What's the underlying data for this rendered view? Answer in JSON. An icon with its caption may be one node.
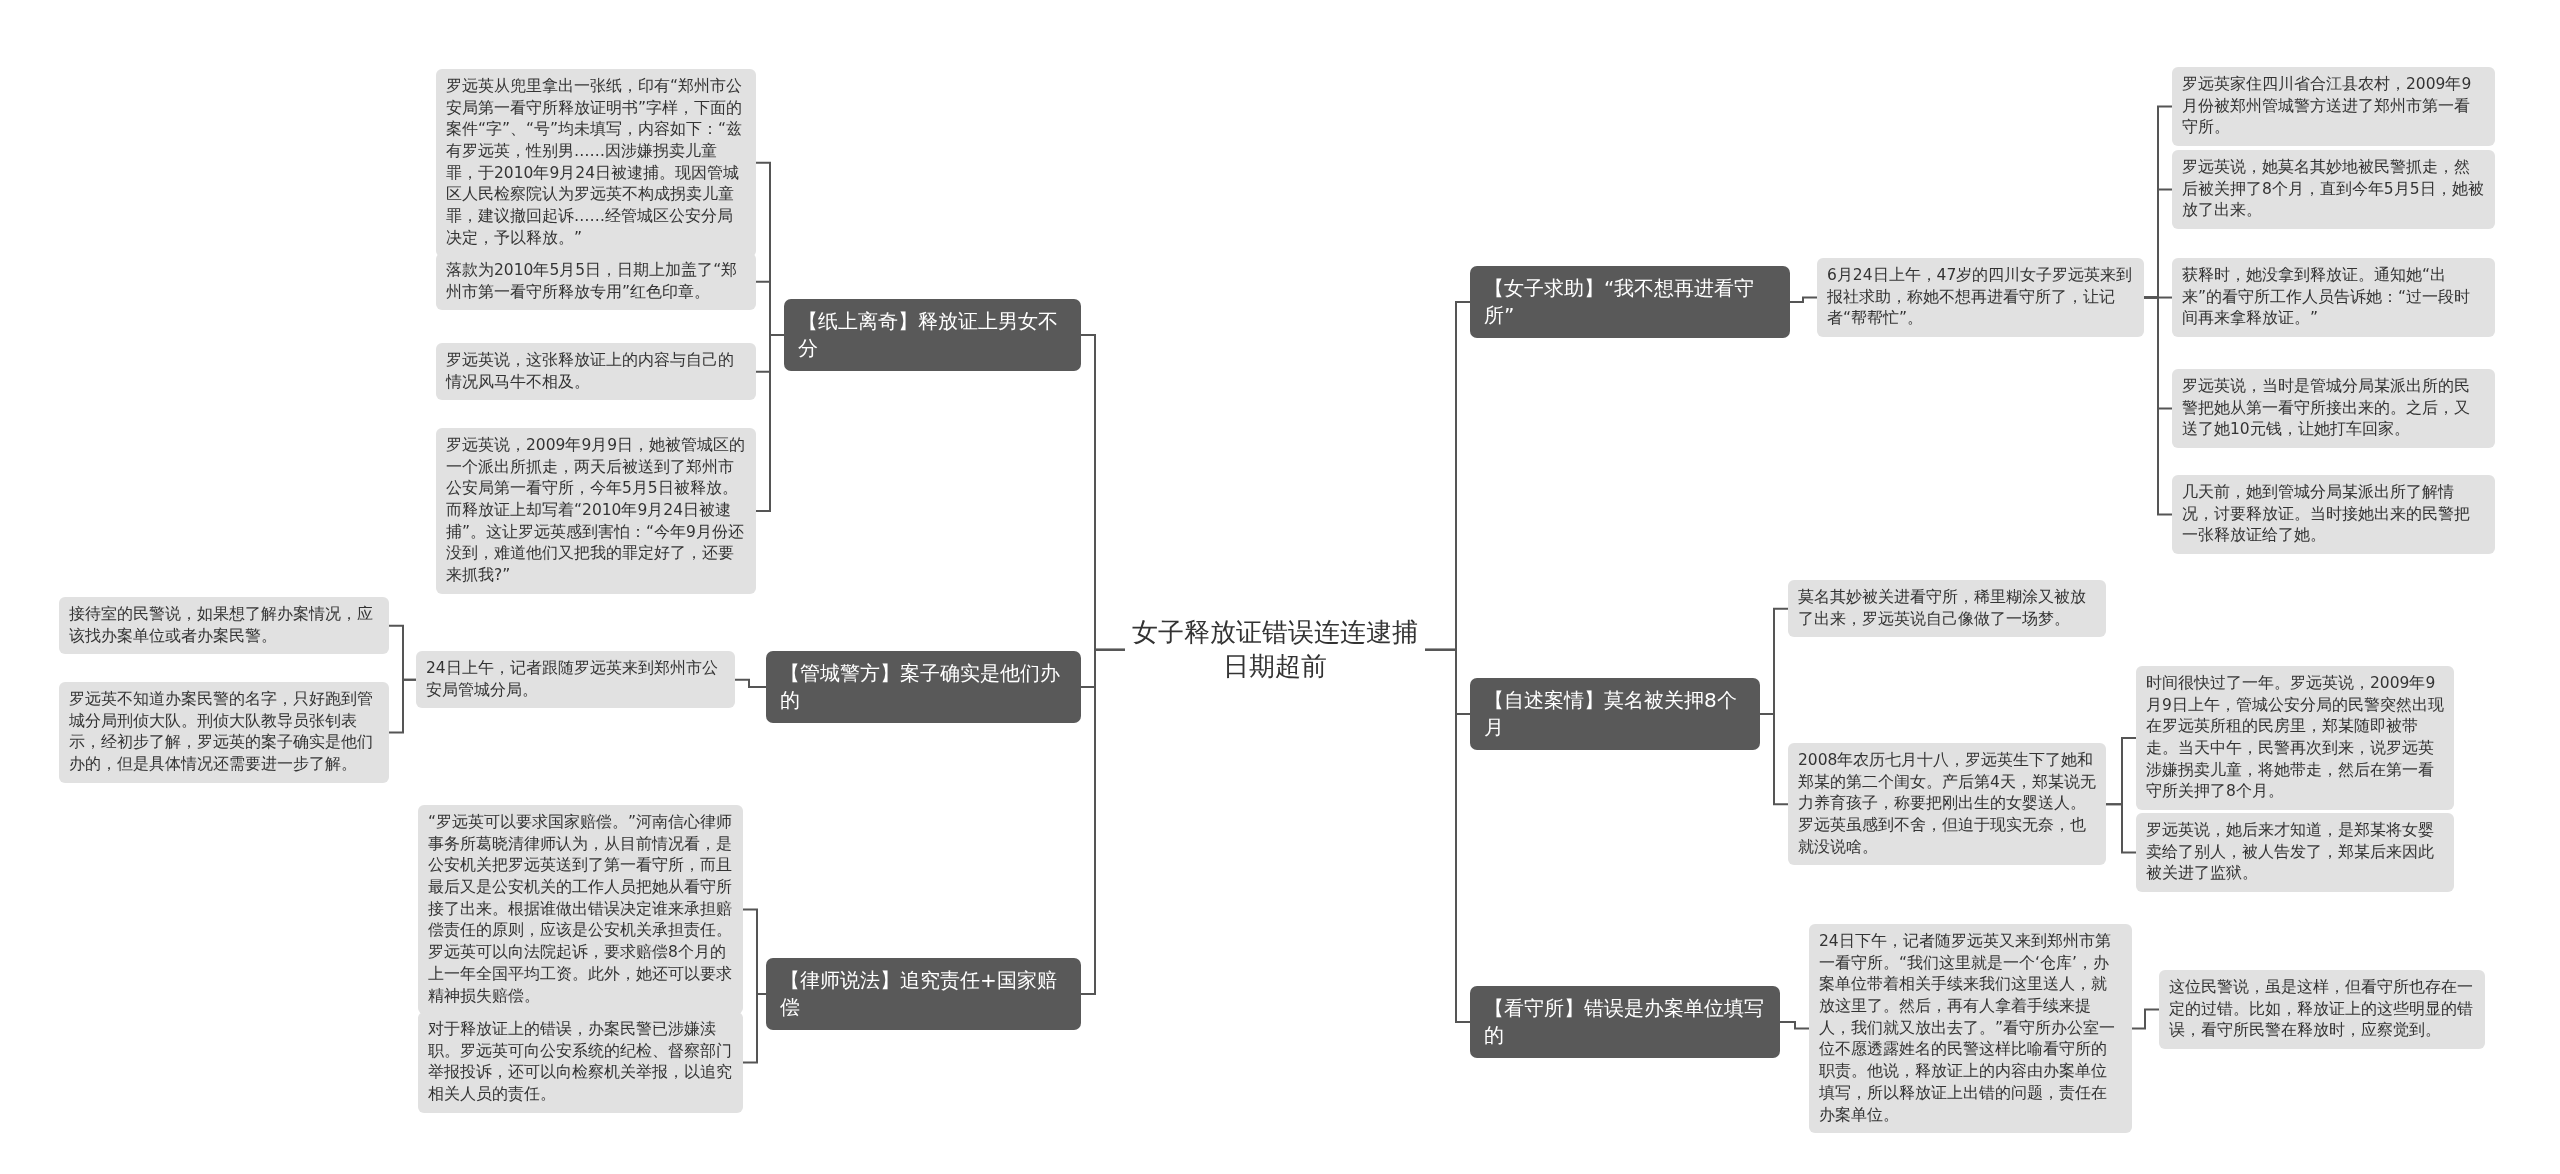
{
  "diagram": {
    "nodes": [
      {
        "text": [
          "女子释放证错误连连逮捕日期超前"
        ]
      },
      {
        "text": [
          "【女子求助】“我不想再进看守所”"
        ]
      },
      {
        "text": [
          "6月24日上午，47岁的四川女子罗远英来到报社求助，称她不想再进看守所了，让记者“帮帮忙”。"
        ]
      },
      {
        "text": [
          "罗远英家住四川省合江县农村，2009年9月份被郑州管城警方送进了郑州市第一看守所。"
        ]
      },
      {
        "text": [
          "罗远英说，她莫名其妙地被民警抓走，然后被关押了8个月，直到今年5月5日，她被放了出来。"
        ]
      },
      {
        "text": [
          "获释时，她没拿到释放证。通知她“出来”的看守所工作人员告诉她：“过一段时间再来拿释放证。”"
        ]
      },
      {
        "text": [
          "罗远英说，当时是管城分局某派出所的民警把她从第一看守所接出来的。之后，又送了她10元钱，让她打车回家。"
        ]
      },
      {
        "text": [
          "几天前，她到管城分局某派出所了解情况，讨要释放证。当时接她出来的民警把一张释放证给了她。"
        ]
      },
      {
        "text": [
          "【自述案情】莫名被关押8个月"
        ]
      },
      {
        "text": [
          "莫名其妙被关进看守所，稀里糊涂又被放了出来，罗远英说自己像做了一场梦。"
        ]
      },
      {
        "text": [
          "2008年农历七月十八，罗远英生下了她和郑某的第二个闺女。产后第4天，郑某说无力养育孩子，称要把刚出生的女婴送人。罗远英虽感到不舍，但迫于现实无奈，也就没说啥。"
        ]
      },
      {
        "text": [
          "时间很快过了一年。罗远英说，2009年9月9日上午，管城公安分局的民警突然出现在罗远英所租的民房里，郑某随即被带走。当天中午，民警再次到来，说罗远英涉嫌拐卖儿童，将她带走，然后在第一看守所关押了8个月。"
        ]
      },
      {
        "text": [
          "罗远英说，她后来才知道，是郑某将女婴卖给了别人，被人告发了，郑某后来因此被关进了监狱。"
        ]
      },
      {
        "text": [
          "【看守所】错误是办案单位填写的"
        ]
      },
      {
        "text": [
          "24日下午，记者随罗远英又来到郑州市第一看守所。“我们这里就是一个‘仓库’，办案单位带着相关手续来我们这里送人，就放这里了。然后，再有人拿着手续来提人，我们就又放出去了。”看守所办公室一位不愿透露姓名的民警这样比喻看守所的职责。他说，释放证上的内容由办案单位填写，所以释放证上出错的问题，责任在办案单位。"
        ]
      },
      {
        "text": [
          "这位民警说，虽是这样，但看守所也存在一定的过错。比如，释放证上的这些明显的错误，看守所民警在释放时，应察觉到。"
        ]
      },
      {
        "text": [
          "【纸上离奇】释放证上男女不分"
        ]
      },
      {
        "text": [
          "罗远英从兜里拿出一张纸，印有“郑州市公安局第一看守所释放证明书”字样，下面的案件“字”、“号”均未填写，内容如下：“兹有罗远英，性别男……因涉嫌拐卖儿童罪，于2010年9月24日被逮捕。现因管城区人民检察院认为罗远英不构成拐卖儿童罪，建议撤回起诉……经管城区公安分局决定，予以释放。”"
        ]
      },
      {
        "text": [
          "落款为2010年5月5日，日期上加盖了“郑州市第一看守所释放专用”红色印章。"
        ]
      },
      {
        "text": [
          "罗远英说，这张释放证上的内容与自己的情况风马牛不相及。"
        ]
      },
      {
        "text": [
          "罗远英说，2009年9月9日，她被管城区的一个派出所抓走，两天后被送到了郑州市公安局第一看守所，今年5月5日被释放。而释放证上却写着“2010年9月24日被逮捕”。这让罗远英感到害怕：“今年9月份还没到，难道他们又把我的罪定好了，还要来抓我?”"
        ]
      },
      {
        "text": [
          "【管城警方】案子确实是他们办的"
        ]
      },
      {
        "text": [
          "24日上午，记者跟随罗远英来到郑州市公安局管城分局。"
        ]
      },
      {
        "text": [
          "接待室的民警说，如果想了解办案情况，应该找办案单位或者办案民警。"
        ]
      },
      {
        "text": [
          "罗远英不知道办案民警的名字，只好跑到管城分局刑侦大队。刑侦大队教导员张钊表示，经初步了解，罗远英的案子确实是他们办的，但是具体情况还需要进一步了解。"
        ]
      },
      {
        "text": [
          "【律师说法】追究责任+国家赔偿"
        ]
      },
      {
        "text": [
          "“罗远英可以要求国家赔偿。”河南信心律师事务所葛晓清律师认为，从目前情况看，是公安机关把罗远英送到了第一看守所，而且最后又是公安机关的工作人员把她从看守所接了出来。根据谁做出错误决定谁来承担赔偿责任的原则，应该是公安机关承担责任。罗远英可以向法院起诉，要求赔偿8个月的上一年全国平均工资。此外，她还可以要求精神损失赔偿。"
        ]
      },
      {
        "text": [
          "对于释放证上的错误，办案民警已涉嫌渎职。罗远英可向公安系统的纪检、督察部门举报投诉，还可以向检察机关举报，以追究相关人员的责任。"
        ]
      }
    ],
    "edges": [
      {
        "from": 0,
        "to": 1,
        "arrow": "none"
      },
      {
        "from": 1,
        "to": 2,
        "arrow": "none"
      },
      {
        "from": 2,
        "to": 3,
        "arrow": "none"
      },
      {
        "from": 2,
        "to": 4,
        "arrow": "none"
      },
      {
        "from": 2,
        "to": 5,
        "arrow": "none"
      },
      {
        "from": 2,
        "to": 6,
        "arrow": "none"
      },
      {
        "from": 2,
        "to": 7,
        "arrow": "none"
      },
      {
        "from": 0,
        "to": 8,
        "arrow": "none"
      },
      {
        "from": 8,
        "to": 9,
        "arrow": "none"
      },
      {
        "from": 8,
        "to": 10,
        "arrow": "none"
      },
      {
        "from": 10,
        "to": 11,
        "arrow": "none"
      },
      {
        "from": 10,
        "to": 12,
        "arrow": "none"
      },
      {
        "from": 0,
        "to": 13,
        "arrow": "none"
      },
      {
        "from": 13,
        "to": 14,
        "arrow": "none"
      },
      {
        "from": 14,
        "to": 15,
        "arrow": "none"
      },
      {
        "from": 0,
        "to": 16,
        "arrow": "none"
      },
      {
        "from": 16,
        "to": 17,
        "arrow": "none"
      },
      {
        "from": 16,
        "to": 18,
        "arrow": "none"
      },
      {
        "from": 16,
        "to": 19,
        "arrow": "none"
      },
      {
        "from": 16,
        "to": 20,
        "arrow": "none"
      },
      {
        "from": 0,
        "to": 21,
        "arrow": "none"
      },
      {
        "from": 21,
        "to": 22,
        "arrow": "none"
      },
      {
        "from": 22,
        "to": 23,
        "arrow": "none"
      },
      {
        "from": 22,
        "to": 24,
        "arrow": "none"
      },
      {
        "from": 0,
        "to": 25,
        "arrow": "none"
      },
      {
        "from": 25,
        "to": 26,
        "arrow": "none"
      },
      {
        "from": 25,
        "to": 27,
        "arrow": "none"
      }
    ]
  }
}
